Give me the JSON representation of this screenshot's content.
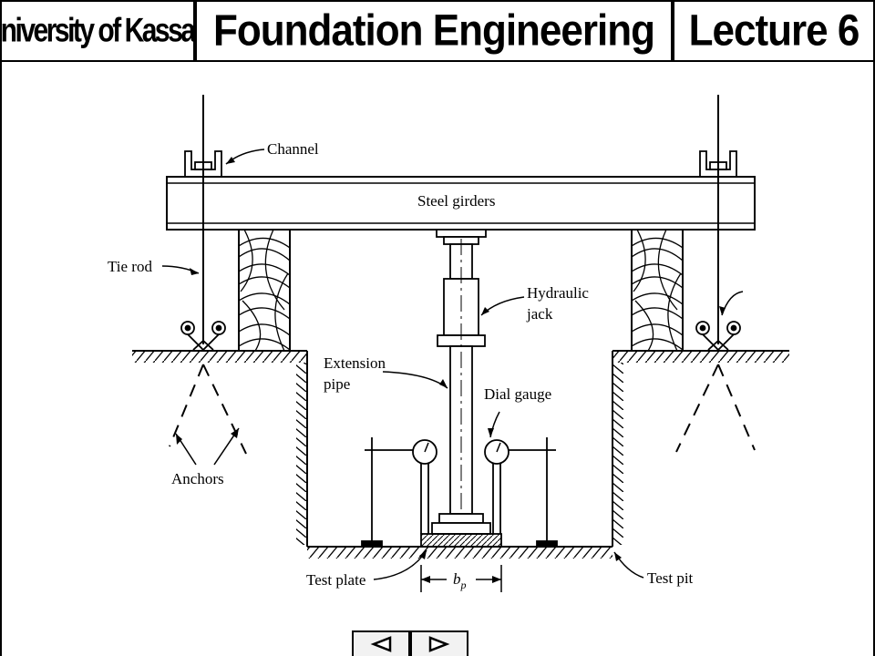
{
  "header": {
    "university": "University of Kassala",
    "course": "Foundation Engineering",
    "lecture": "Lecture 6"
  },
  "diagram": {
    "labels": {
      "channel": "Channel",
      "steel_girders": "Steel girders",
      "tie_rod": "Tie rod",
      "hydraulic_jack_line1": "Hydraulic",
      "hydraulic_jack_line2": "jack",
      "extension_pipe_line1": "Extension",
      "extension_pipe_line2": "pipe",
      "dial_gauge": "Dial gauge",
      "anchors": "Anchors",
      "test_plate": "Test plate",
      "bp_main": "b",
      "bp_sub": "p",
      "test_pit": "Test pit"
    }
  },
  "navigation": {
    "prev_icon": "triangle-left-icon",
    "next_icon": "triangle-right-icon"
  }
}
